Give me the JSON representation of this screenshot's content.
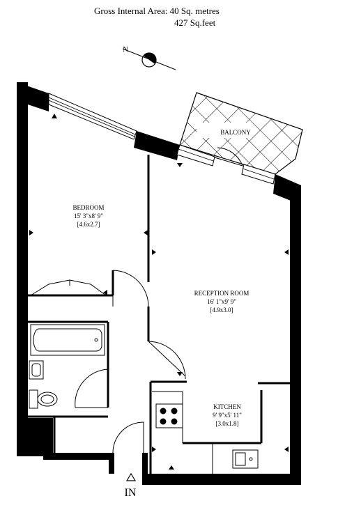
{
  "header": {
    "gross_area_line": "Gross Internal Area: 40 Sq. metres",
    "gross_area_feet": "427 Sq.feet"
  },
  "compass": {
    "label": "N"
  },
  "rooms": {
    "balcony": {
      "name": "BALCONY"
    },
    "bedroom": {
      "name": "BEDROOM",
      "imperial": "15' 3\"x8' 9\"",
      "metric": "[4.6x2.7]"
    },
    "reception": {
      "name": "RECEPTION ROOM",
      "imperial": "16' 1\"x9' 9\"",
      "metric": "[4.9x3.0]"
    },
    "kitchen": {
      "name": "KITCHEN",
      "imperial": "9' 9\"x5' 11\"",
      "metric": "[3.0x1.8]"
    }
  },
  "entrance": {
    "label": "IN"
  }
}
